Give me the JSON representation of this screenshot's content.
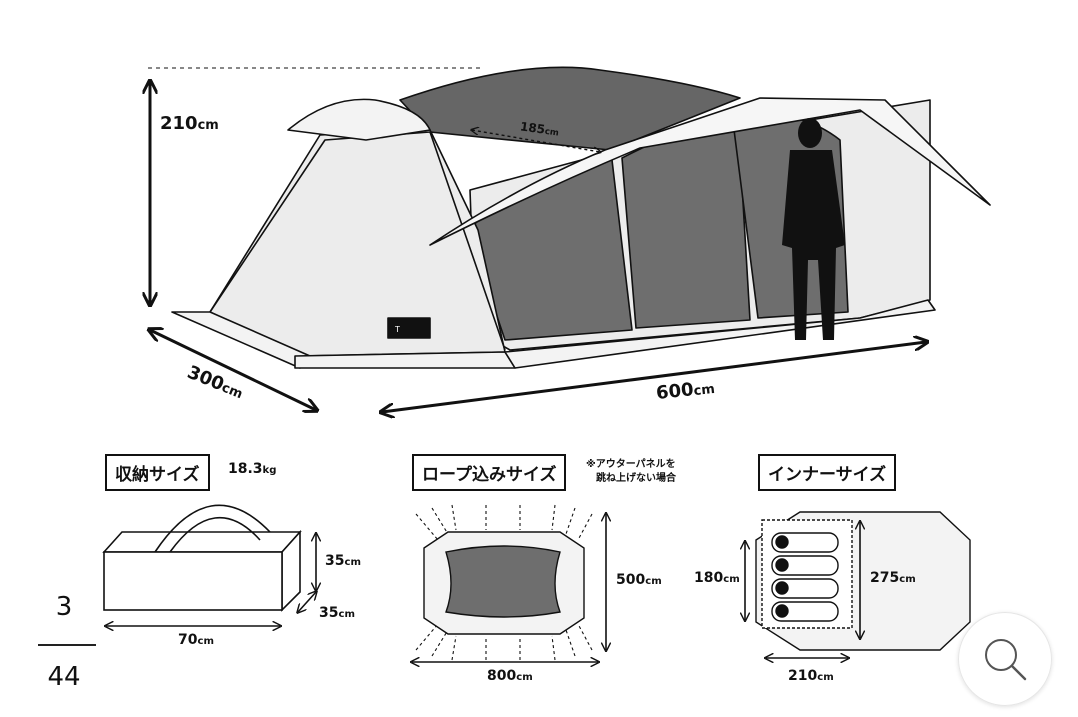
{
  "tent": {
    "height_label": "210",
    "inner_width_label": "185",
    "depth_label": "300",
    "length_label": "600",
    "unit": "cm"
  },
  "packed": {
    "title": "収納サイズ",
    "weight": "18.3",
    "weight_unit": "kg",
    "width": "70",
    "height": "35",
    "depth": "35",
    "unit": "cm"
  },
  "roped": {
    "title": "ロープ込みサイズ",
    "note_line1": "※アウターパネルを",
    "note_line2": "跳ね上げない場合",
    "width": "800",
    "depth": "500",
    "unit": "cm"
  },
  "inner": {
    "title": "インナーサイズ",
    "width": "210",
    "depth": "180",
    "length": "275",
    "unit": "cm"
  },
  "pager": {
    "current": "3",
    "total": "44"
  },
  "icons": {
    "zoom": "magnifier-icon"
  }
}
